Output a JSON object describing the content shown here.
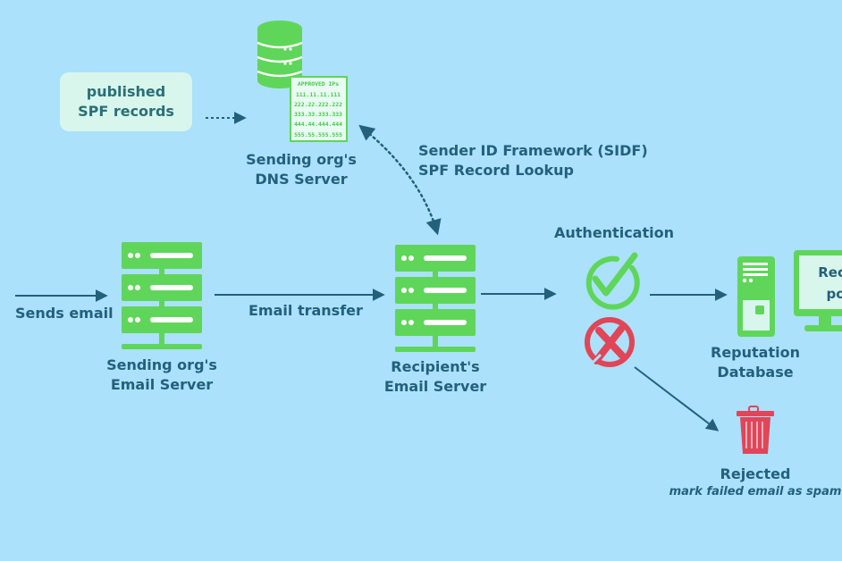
{
  "colors": {
    "background": "#ABE1FA",
    "server_green": "#5FD65A",
    "text": "#23607A",
    "arrow": "#23607A",
    "reject_red": "#E04558",
    "note_bg": "#D8F6EC"
  },
  "note": {
    "line1": "published",
    "line2": "SPF records"
  },
  "dns_server": {
    "icon": "database-icon",
    "label_line1": "Sending org's",
    "label_line2": "DNS Server",
    "document": {
      "icon": "document-icon",
      "heading": "APPROVED IPs",
      "entries": [
        "111.11.11.111",
        "222.22.222.222",
        "333.33.333.333",
        "444.44.444.444",
        "555.55.555.555"
      ]
    }
  },
  "lookup": {
    "line1": "Sender ID Framework (SIDF)",
    "line2": "SPF Record Lookup"
  },
  "sends_email": {
    "label": "Sends email"
  },
  "sending_server": {
    "icon": "server-rack-icon",
    "label_line1": "Sending org's",
    "label_line2": "Email Server"
  },
  "transfer": {
    "label": "Email transfer"
  },
  "recipient_server": {
    "icon": "server-rack-icon",
    "label_line1": "Recipient's",
    "label_line2": "Email Server"
  },
  "authentication": {
    "label": "Authentication",
    "pass_icon": "check-circle-icon",
    "fail_icon": "x-circle-icon"
  },
  "reputation": {
    "icon": "server-tower-icon",
    "label_line1": "Reputation",
    "label_line2": "Database"
  },
  "recipient_monitor": {
    "icon": "monitor-icon",
    "line1": "Recc",
    "line2": "po"
  },
  "rejected": {
    "icon": "trash-icon",
    "label": "Rejected",
    "sublabel": "mark failed email as spam"
  }
}
